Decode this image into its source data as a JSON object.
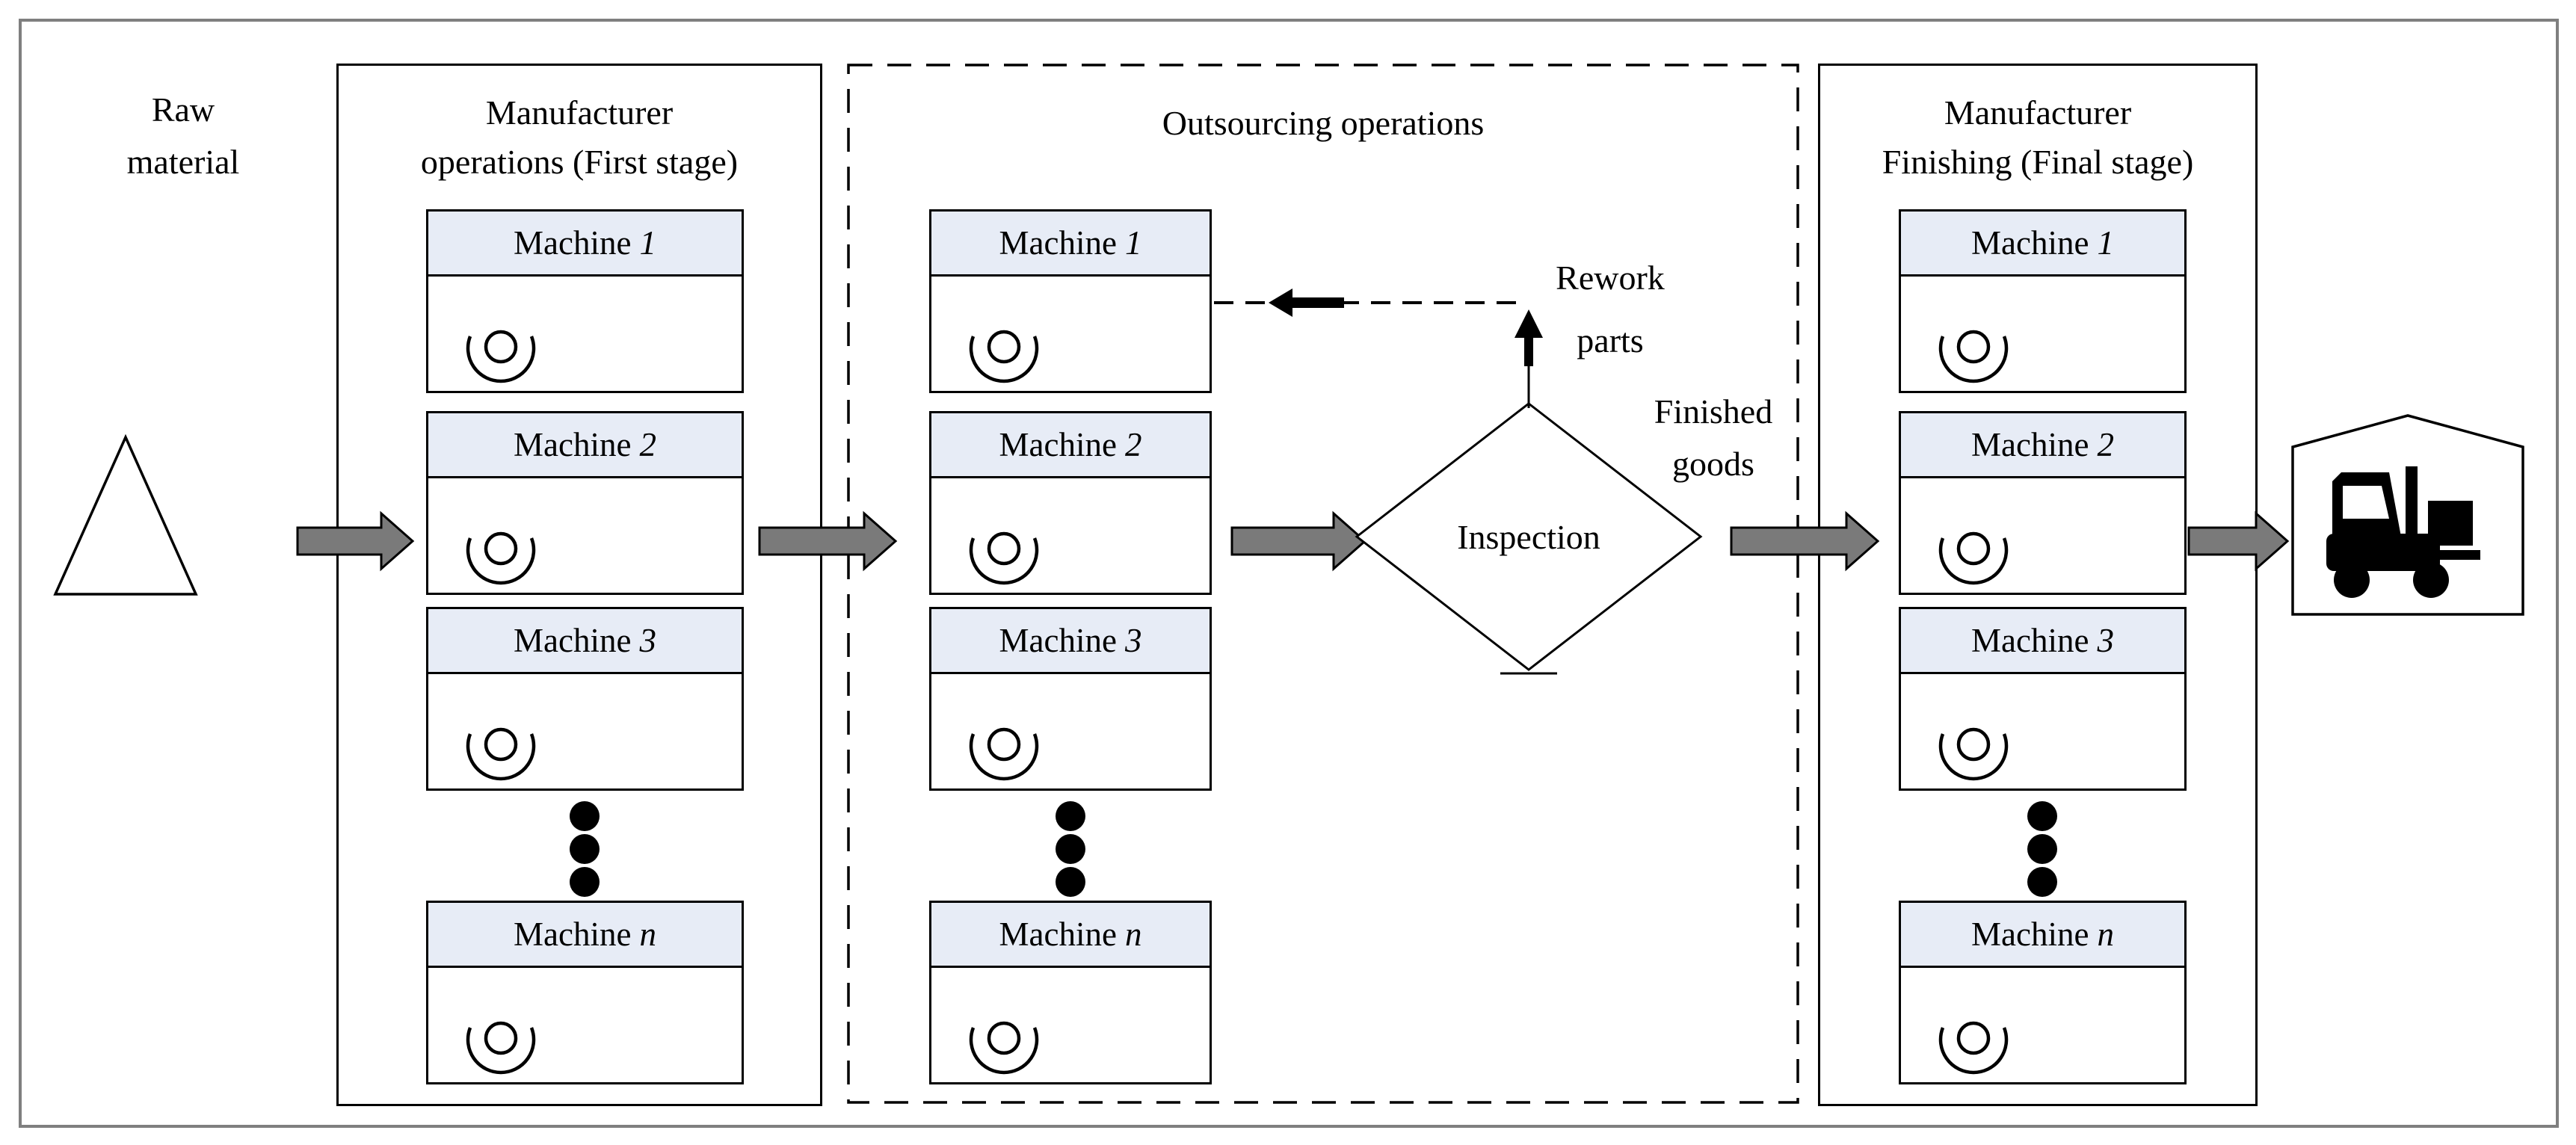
{
  "labels": {
    "raw_material": {
      "line1": "Raw",
      "line2": "material"
    },
    "rework": {
      "line1": "Rework",
      "line2": "parts"
    },
    "finished": {
      "line1": "Finished",
      "line2": "goods"
    },
    "inspection": "Inspection"
  },
  "stages": {
    "first": {
      "title_line1": "Manufacturer",
      "title_line2": "operations (First stage)",
      "machines": [
        {
          "name": "Machine",
          "num": "1"
        },
        {
          "name": "Machine",
          "num": "2"
        },
        {
          "name": "Machine",
          "num": "3"
        },
        {
          "name": "Machine",
          "num": "n"
        }
      ]
    },
    "outsourcing": {
      "title": "Outsourcing operations",
      "machines": [
        {
          "name": "Machine",
          "num": "1"
        },
        {
          "name": "Machine",
          "num": "2"
        },
        {
          "name": "Machine",
          "num": "3"
        },
        {
          "name": "Machine",
          "num": "n"
        }
      ]
    },
    "finishing": {
      "title_line1": "Manufacturer",
      "title_line2": "Finishing (Final stage)",
      "machines": [
        {
          "name": "Machine",
          "num": "1"
        },
        {
          "name": "Machine",
          "num": "2"
        },
        {
          "name": "Machine",
          "num": "3"
        },
        {
          "name": "Machine",
          "num": "n"
        }
      ]
    }
  },
  "icons": {
    "queue": "queue-buffer-icon",
    "warehouse": "warehouse-icon",
    "forklift": "forklift-icon",
    "flow_arrow": "flow-arrow-icon",
    "rework_arrow": "rework-return-arrow-icon",
    "raw_triangle": "raw-material-triangle-icon",
    "inspection_diamond": "inspection-diamond-shape",
    "ellipsis": "vertical-ellipsis-dots"
  },
  "colors": {
    "machine_header_fill": "#e7ecf6",
    "flow_arrow_fill": "#7a7a7a",
    "line": "#000000",
    "outer_border": "#7f7f7f",
    "background": "#ffffff"
  }
}
